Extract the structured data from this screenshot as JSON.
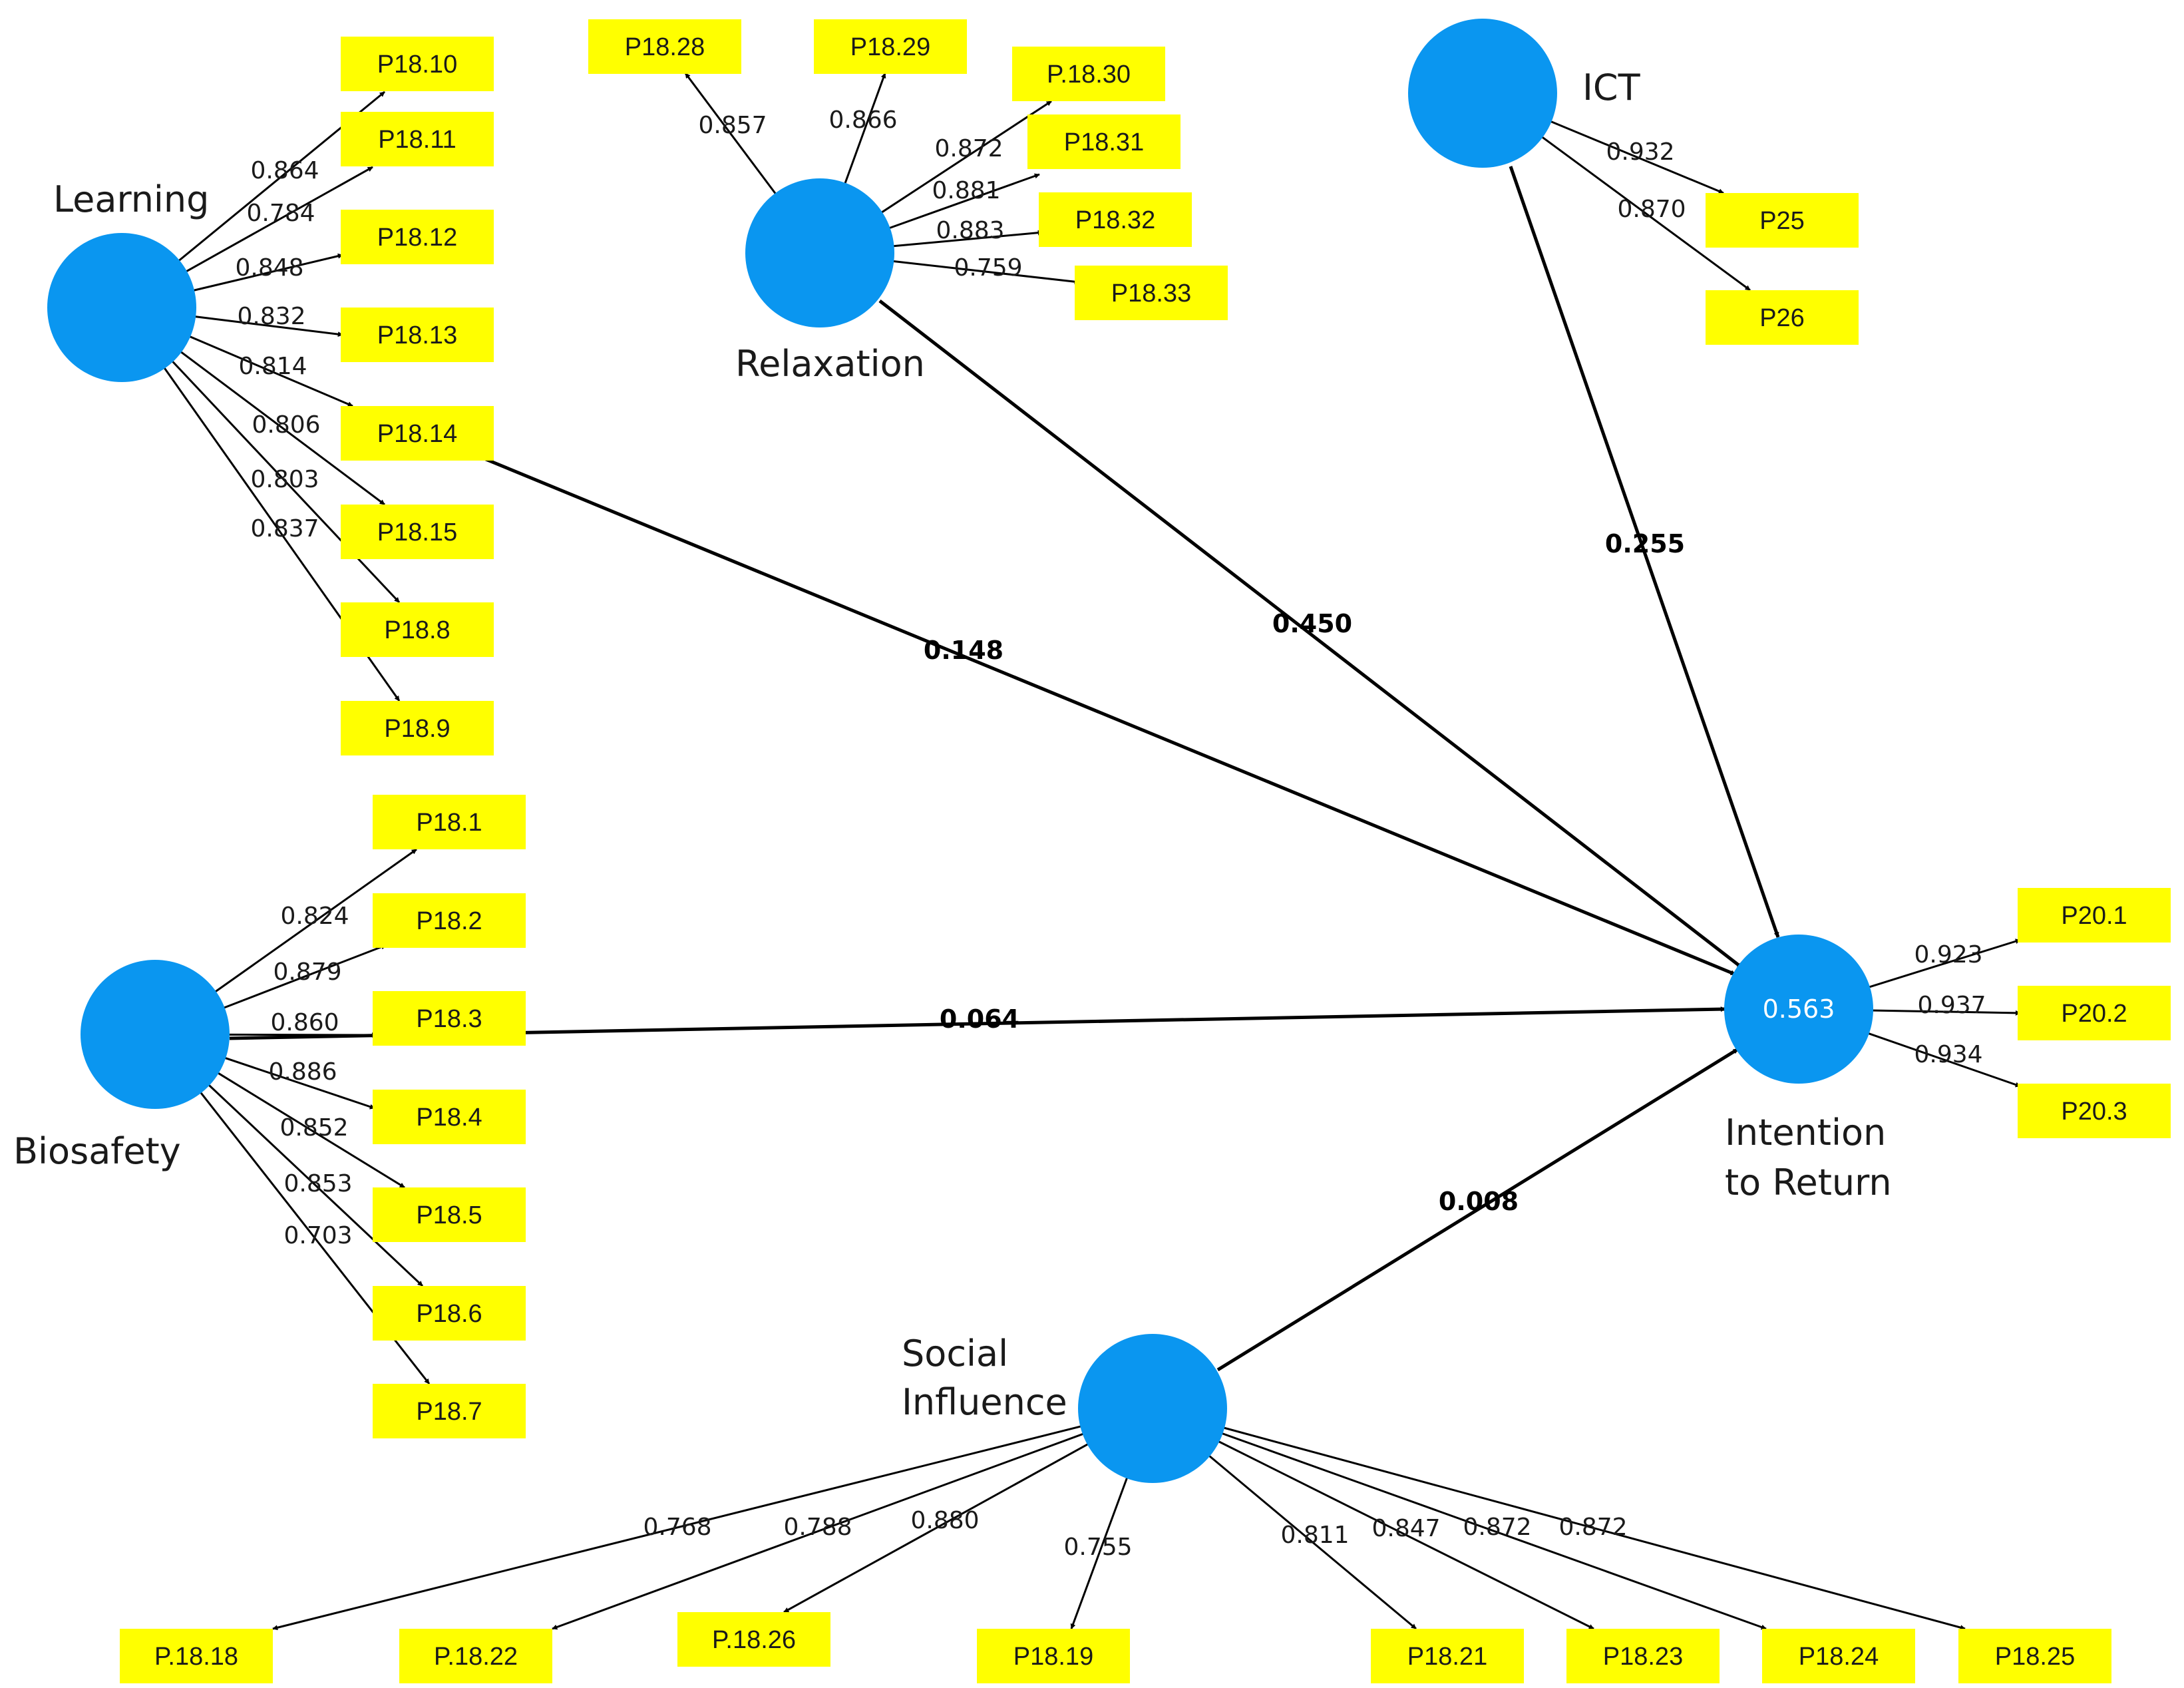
{
  "colors": {
    "latent": "#0a96f0",
    "indicator": "#ffff00",
    "line": "#000000",
    "r2_text": "#ffffff"
  },
  "constructs": [
    {
      "id": "learning",
      "lines": [
        "Learning"
      ]
    },
    {
      "id": "relaxation",
      "lines": [
        "Relaxation"
      ]
    },
    {
      "id": "ict",
      "lines": [
        "ICT"
      ]
    },
    {
      "id": "biosafety",
      "lines": [
        "Biosafety"
      ]
    },
    {
      "id": "intention",
      "lines": [
        "Intention",
        "to Return"
      ],
      "r2": "0.563"
    },
    {
      "id": "social",
      "lines": [
        "Social",
        "Influence"
      ]
    }
  ],
  "outer_loadings": {
    "learning": [
      {
        "indicator": "P18.10",
        "loading": "0.864"
      },
      {
        "indicator": "P18.11",
        "loading": "0.784"
      },
      {
        "indicator": "P18.12",
        "loading": "0.848"
      },
      {
        "indicator": "P18.13",
        "loading": "0.832"
      },
      {
        "indicator": "P18.14",
        "loading": "0.814"
      },
      {
        "indicator": "P18.15",
        "loading": "0.806"
      },
      {
        "indicator": "P18.8",
        "loading": "0.803"
      },
      {
        "indicator": "P18.9",
        "loading": "0.837"
      }
    ],
    "relaxation": [
      {
        "indicator": "P18.28",
        "loading": "0.857"
      },
      {
        "indicator": "P18.29",
        "loading": "0.866"
      },
      {
        "indicator": "P.18.30",
        "loading": "0.872"
      },
      {
        "indicator": "P18.31",
        "loading": "0.881"
      },
      {
        "indicator": "P18.32",
        "loading": "0.883"
      },
      {
        "indicator": "P18.33",
        "loading": "0.759"
      }
    ],
    "ict": [
      {
        "indicator": "P25",
        "loading": "0.932"
      },
      {
        "indicator": "P26",
        "loading": "0.870"
      }
    ],
    "biosafety": [
      {
        "indicator": "P18.1",
        "loading": "0.824"
      },
      {
        "indicator": "P18.2",
        "loading": "0.879"
      },
      {
        "indicator": "P18.3",
        "loading": "0.860"
      },
      {
        "indicator": "P18.4",
        "loading": "0.886"
      },
      {
        "indicator": "P18.5",
        "loading": "0.852"
      },
      {
        "indicator": "P18.6",
        "loading": "0.853"
      },
      {
        "indicator": "P18.7",
        "loading": "0.703"
      }
    ],
    "intention": [
      {
        "indicator": "P20.1",
        "loading": "0.923"
      },
      {
        "indicator": "P20.2",
        "loading": "0.937"
      },
      {
        "indicator": "P20.3",
        "loading": "0.934"
      }
    ],
    "social": [
      {
        "indicator": "P.18.18",
        "loading": "0.768"
      },
      {
        "indicator": "P.18.22",
        "loading": "0.788"
      },
      {
        "indicator": "P.18.26",
        "loading": "0.880"
      },
      {
        "indicator": "P18.19",
        "loading": "0.755"
      },
      {
        "indicator": "P18.21",
        "loading": "0.811"
      },
      {
        "indicator": "P18.23",
        "loading": "0.847"
      },
      {
        "indicator": "P18.24",
        "loading": "0.872"
      },
      {
        "indicator": "P18.25",
        "loading": "0.872"
      }
    ]
  },
  "path_coefficients": [
    {
      "from": "learning",
      "to": "intention",
      "value": "0.148"
    },
    {
      "from": "relaxation",
      "to": "intention",
      "value": "0.450"
    },
    {
      "from": "ict",
      "to": "intention",
      "value": "0.255"
    },
    {
      "from": "biosafety",
      "to": "intention",
      "value": "0.064"
    },
    {
      "from": "social",
      "to": "intention",
      "value": "0.008"
    }
  ]
}
